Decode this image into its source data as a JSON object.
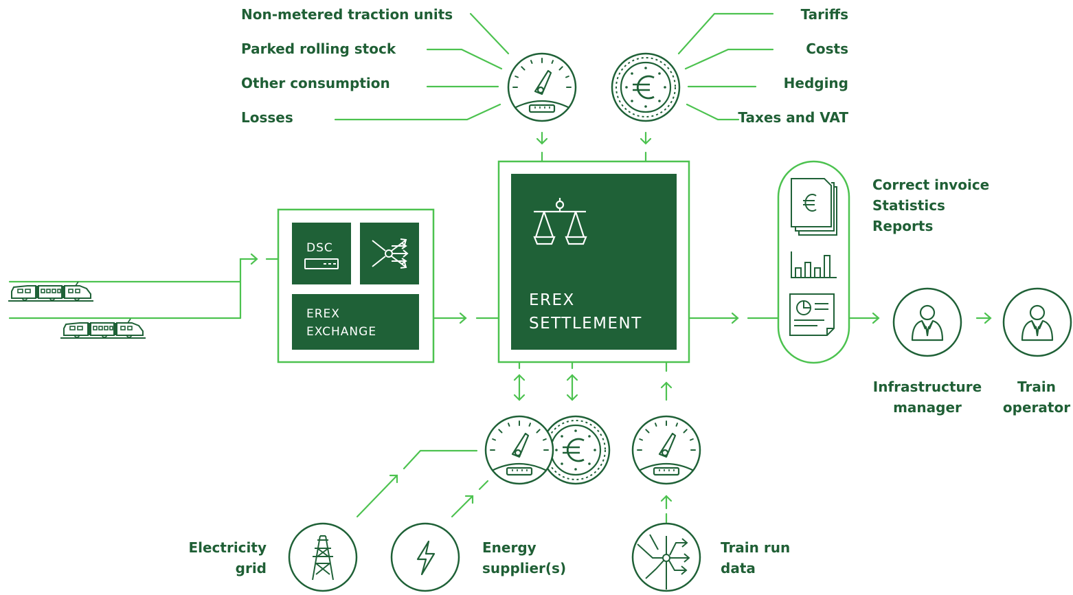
{
  "colors": {
    "dark_green": "#1f6137",
    "light_green": "#4cc24f",
    "text_green": "#1f5f35",
    "white": "#ffffff"
  },
  "inputs_left": {
    "non_metered": "Non-metered traction units",
    "parked": "Parked rolling stock",
    "other": "Other consumption",
    "losses": "Losses"
  },
  "inputs_right": {
    "tariffs": "Tariffs",
    "costs": "Costs",
    "hedging": "Hedging",
    "taxes": "Taxes and VAT"
  },
  "exchange": {
    "dsc": "DSC",
    "line1": "EREX",
    "line2": "EXCHANGE"
  },
  "settlement": {
    "line1": "EREX",
    "line2": "SETTLEMENT"
  },
  "outputs": {
    "line1": "Correct invoice",
    "line2": "Statistics",
    "line3": "Reports"
  },
  "recipients": {
    "infra_line1": "Infrastructure",
    "infra_line2": "manager",
    "train_line1": "Train",
    "train_line2": "operator"
  },
  "sources": {
    "grid_line1": "Electricity",
    "grid_line2": "grid",
    "supplier_line1": "Energy",
    "supplier_line2": "supplier(s)",
    "trainrun_line1": "Train run",
    "trainrun_line2": "data"
  },
  "icons": [
    "gauge-icon",
    "euro-coin-icon",
    "scales-icon",
    "network-switch-icon",
    "invoice-icon",
    "bar-chart-icon",
    "report-icon",
    "person-icon",
    "pylon-icon",
    "lightning-icon",
    "route-map-icon",
    "train-icon"
  ]
}
